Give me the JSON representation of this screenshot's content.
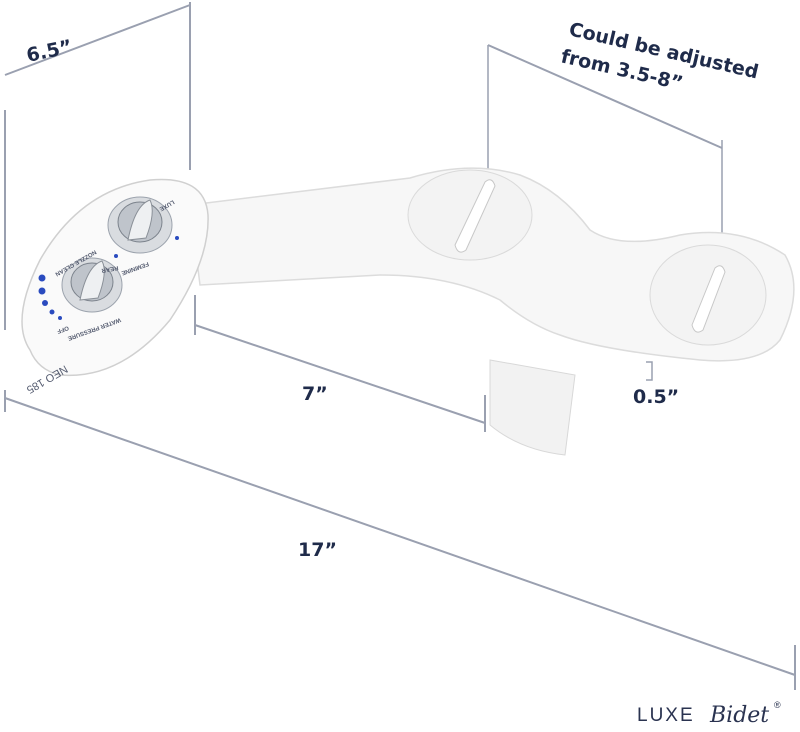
{
  "dimensions": {
    "width_label": "6.5”",
    "adjust_label_line1": "Could be adjusted",
    "adjust_label_line2": "from 3.5-8”",
    "arm_label": "7”",
    "spacer_label": "0.5”",
    "length_label": "17”"
  },
  "device": {
    "brand": "LUXE",
    "model": "NEO 185",
    "knob1_labels": [
      "FEMININE",
      "REAR",
      "NOZZLE CLEAN"
    ],
    "knob2_labels": [
      "WATER PRESSURE",
      "OFF"
    ]
  },
  "logo": {
    "word1": "LUXE",
    "word2": "Bidet",
    "mark": "®"
  },
  "colors": {
    "dimension_line": "#9aa0b0",
    "text": "#1f2b4a",
    "accent_dots": "#2a4bbf"
  }
}
